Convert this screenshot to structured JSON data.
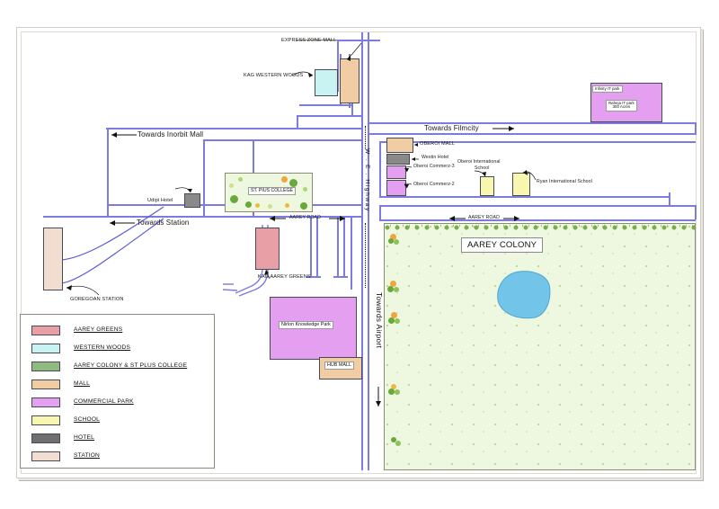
{
  "map": {
    "title": "AAREY COLONY",
    "colony_label": "AAREY COLONY",
    "roads": {
      "aarey_road_left": "AAREY ROAD",
      "aarey_road_right": "AAREY ROAD",
      "we_highway": "W . E . Highway",
      "towards_airport": "Towards Airport",
      "towards_filmcity": "Towards Filmcity",
      "towards_inorbit_mall": "Towards Inorbit Mall",
      "towards_station": "Towards Station"
    },
    "landmarks": {
      "express_zone_mall": "EXPRESS ZONE MALL",
      "kag_western_woods": "KAG WESTERN WOODS",
      "kag_aarey_greens": "KAG AAREY GREENS",
      "st_pius_college": "ST. PIUS COLLEGE",
      "udipi_hotel": "Udipi Hotel",
      "goregoan_station": "GOREGOAN STATION",
      "oberoi_mall": "OBEROI MALL",
      "westin_hotel": "Westin Hotel",
      "oberoi_commerz_3": "Oberoi Commerz-3",
      "oberoi_commerz_2": "Oberoi Commerz-2",
      "oberoi_international_school": "Oberoi International\nSchool",
      "oberoi_international_school_line1": "Oberoi International",
      "oberoi_international_school_line2": "School",
      "ryan_international_school": "Ryan International School",
      "infinity_it_park": "Infinity IT park",
      "raheja_it_park_line1": "Raheja IT park",
      "raheja_it_park_line2": "300 Acres",
      "nirlon_knowledge_park": "Nirlon Knowledge Park",
      "hub_mall": "HUB MALL"
    }
  },
  "legend": {
    "items": [
      {
        "label": "AAREY GREENS",
        "color": "#e8a0a6"
      },
      {
        "label": "WESTERN WOODS",
        "color": "#c9f2f2"
      },
      {
        "label": "AAREY COLONY & ST PLUS COLLEGE",
        "color": "#8fbb7e"
      },
      {
        "label": "MALL",
        "color": "#f0cda2"
      },
      {
        "label": "COMMERCIAL PARK",
        "color": "#e59ff0"
      },
      {
        "label": "SCHOOL",
        "color": "#f7f7b0"
      },
      {
        "label": "HOTEL",
        "color": "#6e6e6e"
      },
      {
        "label": "STATION",
        "color": "#f2ddd1"
      }
    ]
  },
  "colors": {
    "road": "#7b7be0",
    "mall": "#f0cda2",
    "western_woods": "#c9f2f2",
    "aarey_greens": "#e8a0a6",
    "commercial_park": "#e59ff0",
    "school": "#f7f7b0",
    "hotel": "#6e6e6e",
    "station": "#f2ddd1",
    "colony_green": "#eef7e0",
    "lake": "#72c4e8"
  }
}
